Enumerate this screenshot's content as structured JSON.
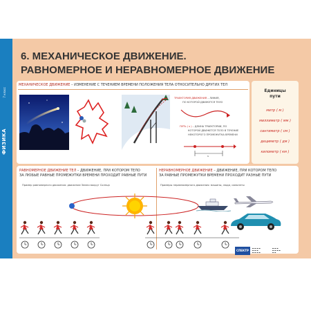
{
  "header": {
    "title_line1": "6. МЕХАНИЧЕСКОЕ ДВИЖЕНИЕ.",
    "title_line2": "РАВНОМЕРНОЕ И НЕРАВНОМЕРНОЕ ДВИЖЕНИЕ"
  },
  "sidebar": {
    "subject": "ФИЗИКА",
    "grade": "7 класс"
  },
  "top": {
    "term": "МЕХАНИЧЕСКОЕ ДВИЖЕНИЕ",
    "definition": " – ИЗМЕНЕНИЕ С ТЕЧЕНИЕМ ВРЕМЕНИ ПОЛОЖЕНИЯ ТЕЛА ОТНОСИТЕЛЬНО ДРУГИХ ТЕЛ",
    "trajectory_term": "ТРАЕКТОРИЯ ДВИЖЕНИЯ",
    "trajectory_def_1": " – ЛИНИЯ,",
    "trajectory_def_2": "ПО КОТОРОЙ ДВИЖЕТСЯ ТЕЛО",
    "path_term": "ПУТЬ ( s )",
    "path_def_1": " – ДЛИНА ТРАЕКТОРИИ, ПО",
    "path_def_2": "КОТОРОЙ ДВИЖЕТСЯ ТЕЛО В ТЕЧЕНИЕ",
    "path_def_3": "НЕКОТОРОГО ПРОМЕЖУТКА ВРЕМЕНИ",
    "s_label": "s"
  },
  "units": {
    "title_1": "Единицы",
    "title_2": "пути",
    "items": [
      "метр ( м )",
      "миллиметр ( мм )",
      "сантиметр ( см )",
      "дециметр ( дм )",
      "километр ( км )"
    ]
  },
  "uniform": {
    "term": "РАВНОМЕРНОЕ ДВИЖЕНИЕ ТЕЛ",
    "def_1": " – ДВИЖЕНИЕ, ПРИ КОТОРОМ ТЕЛО",
    "def_2": "ЗА ЛЮБЫЕ РАВНЫЕ ПРОМЕЖУТКИ ВРЕМЕНИ ПРОХОДИТ РАВНЫЕ ПУТИ",
    "example": "Пример равномерного движения: движение Земли вокруг Солнца"
  },
  "nonuniform": {
    "term": "НЕРАВНОМЕРНОЕ ДВИЖЕНИЕ",
    "def_1": " – ДВИЖЕНИЕ, ПРИ КОТОРОМ ТЕЛО",
    "def_2": "ЗА РАВНЫЕ ПРОМЕЖУТКИ ВРЕМЕНИ ПРОХОДИТ РАЗНЫЕ ПУТИ",
    "example": "Примеры неравномерного движения: машины, люди, самолеты"
  },
  "footer": {
    "logo": "СПЕКТР"
  },
  "colors": {
    "panel_bg": "#f4c9a6",
    "sidebar": "#1a7fc0",
    "accent_red": "#c8231c"
  }
}
